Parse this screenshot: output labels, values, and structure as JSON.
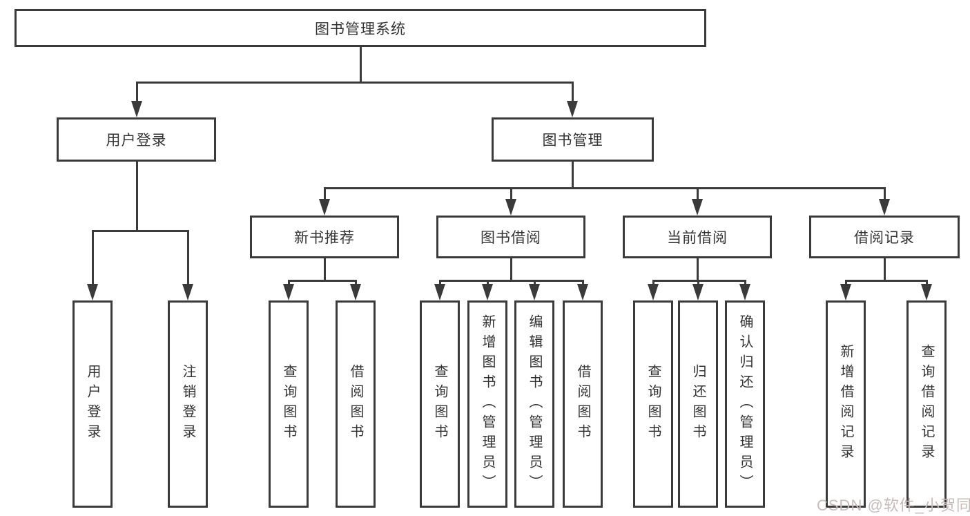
{
  "diagram": {
    "root": {
      "label": "图书管理系统"
    },
    "level2": {
      "user": "用户登录",
      "book": "图书管理"
    },
    "level3": {
      "newbook": "新书推荐",
      "borrow": "图书借阅",
      "current": "当前借阅",
      "records": "借阅记录"
    },
    "leaves": {
      "user": [
        "用户登录",
        "注销登录"
      ],
      "newbook": [
        "查询图书",
        "借阅图书"
      ],
      "borrow": [
        "查询图书",
        "新增图书（管理员）",
        "编辑图书（管理员）",
        "借阅图书"
      ],
      "current": [
        "查询图书",
        "归还图书",
        "确认归还（管理员）"
      ],
      "records": [
        "新增借阅记录",
        "查询借阅记录"
      ]
    },
    "watermark": "CSDN @软件_小贺同学",
    "colors": {
      "line": "#3a3a3a",
      "text": "#333333",
      "watermark": "#c9baba",
      "background": "#ffffff"
    }
  }
}
